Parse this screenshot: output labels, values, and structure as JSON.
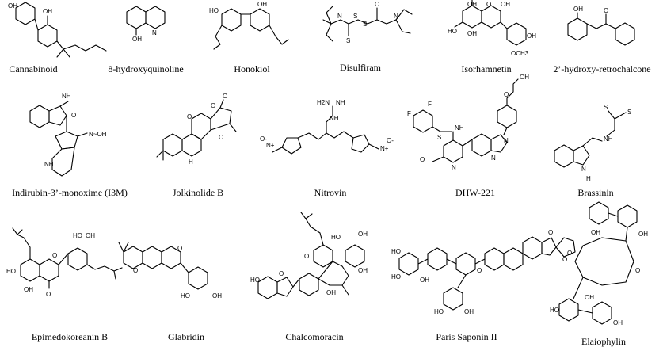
{
  "compounds": [
    {
      "name": "Cannabinoid"
    },
    {
      "name": "8-hydroxyquinoline"
    },
    {
      "name": "Honokiol"
    },
    {
      "name": "Disulfiram"
    },
    {
      "name": "Isorhamnetin"
    },
    {
      "name": "2’-hydroxy-retrochalcone"
    },
    {
      "name": "Indirubin-3’-monoxime (I3M)"
    },
    {
      "name": "Jolkinolide B"
    },
    {
      "name": "Nitrovin"
    },
    {
      "name": "DHW-221"
    },
    {
      "name": "Brassinin"
    },
    {
      "name": "Epimedokoreanin B"
    },
    {
      "name": "Glabridin"
    },
    {
      "name": "Chalcomoracin"
    },
    {
      "name": "Paris Saponin II"
    },
    {
      "name": "Elaiophylin"
    }
  ],
  "atom_labels": {
    "oh": "OH",
    "ho": "HO",
    "o": "O",
    "n": "N",
    "s": "S",
    "nh": "NH",
    "h": "H",
    "h2n": "H2N",
    "och3": "OCH3",
    "f": "F",
    "n_oh": "N~OH",
    "n_plus": "N+",
    "o_minus": "O-"
  }
}
